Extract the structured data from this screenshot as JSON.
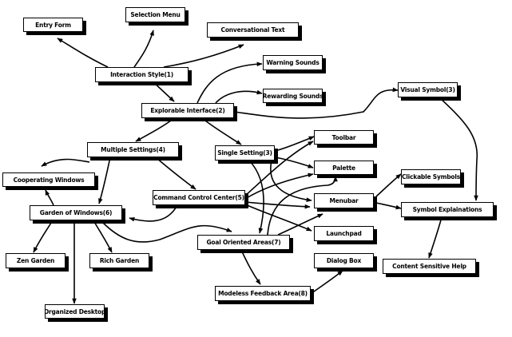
{
  "diagram": {
    "nodes": [
      {
        "id": "entry",
        "label": "Entry Form"
      },
      {
        "id": "selection",
        "label": "Selection Menu"
      },
      {
        "id": "conversational",
        "label": "Conversational Text"
      },
      {
        "id": "interaction",
        "label": "Interaction Style(1)"
      },
      {
        "id": "warning",
        "label": "Warning Sounds"
      },
      {
        "id": "rewarding",
        "label": "Rewarding Sounds"
      },
      {
        "id": "explorable",
        "label": "Explorable Interface(2)"
      },
      {
        "id": "visual",
        "label": "Visual Symbol(3)"
      },
      {
        "id": "multiple",
        "label": "Multiple Settings(4)"
      },
      {
        "id": "single",
        "label": "Single Setting(3)"
      },
      {
        "id": "toolbar",
        "label": "Toolbar"
      },
      {
        "id": "cooperating",
        "label": "Cooperating Windows"
      },
      {
        "id": "palette",
        "label": "Palette"
      },
      {
        "id": "clickable",
        "label": "Clickable Symbols"
      },
      {
        "id": "ccc",
        "label": "Command Control Center(5)"
      },
      {
        "id": "menubar",
        "label": "Menubar"
      },
      {
        "id": "garden",
        "label": "Garden of Windows(6)"
      },
      {
        "id": "symbolexp",
        "label": "Symbol Explainations"
      },
      {
        "id": "launchpad",
        "label": "Launchpad"
      },
      {
        "id": "goal",
        "label": "Goal Oriented Areas(7)"
      },
      {
        "id": "zen",
        "label": "Zen Garden"
      },
      {
        "id": "rich",
        "label": "Rich Garden"
      },
      {
        "id": "dialog",
        "label": "Dialog Box"
      },
      {
        "id": "help",
        "label": "Content Sensitive Help"
      },
      {
        "id": "modeless",
        "label": "Modeless Feedback Area(8)"
      },
      {
        "id": "organized",
        "label": "Organized Desktop"
      }
    ],
    "edges": [
      {
        "from": "interaction",
        "to": "entry"
      },
      {
        "from": "interaction",
        "to": "selection"
      },
      {
        "from": "interaction",
        "to": "conversational"
      },
      {
        "from": "interaction",
        "to": "explorable"
      },
      {
        "from": "explorable",
        "to": "warning"
      },
      {
        "from": "explorable",
        "to": "rewarding"
      },
      {
        "from": "explorable",
        "to": "visual"
      },
      {
        "from": "explorable",
        "to": "multiple"
      },
      {
        "from": "explorable",
        "to": "single"
      },
      {
        "from": "visual",
        "to": "symbolexp"
      },
      {
        "from": "multiple",
        "to": "cooperating"
      },
      {
        "from": "multiple",
        "to": "garden"
      },
      {
        "from": "multiple",
        "to": "ccc"
      },
      {
        "from": "single",
        "to": "toolbar"
      },
      {
        "from": "single",
        "to": "palette"
      },
      {
        "from": "single",
        "to": "menubar"
      },
      {
        "from": "single",
        "to": "goal"
      },
      {
        "from": "ccc",
        "to": "toolbar"
      },
      {
        "from": "ccc",
        "to": "palette"
      },
      {
        "from": "ccc",
        "to": "menubar"
      },
      {
        "from": "ccc",
        "to": "launchpad"
      },
      {
        "from": "ccc",
        "to": "garden"
      },
      {
        "from": "goal",
        "to": "palette"
      },
      {
        "from": "goal",
        "to": "menubar"
      },
      {
        "from": "goal",
        "to": "modeless"
      },
      {
        "from": "garden",
        "to": "goal"
      },
      {
        "from": "garden",
        "to": "cooperating"
      },
      {
        "from": "garden",
        "to": "zen"
      },
      {
        "from": "garden",
        "to": "rich"
      },
      {
        "from": "garden",
        "to": "organized"
      },
      {
        "from": "modeless",
        "to": "dialog"
      },
      {
        "from": "menubar",
        "to": "clickable"
      },
      {
        "from": "menubar",
        "to": "symbolexp"
      },
      {
        "from": "symbolexp",
        "to": "help"
      }
    ]
  }
}
